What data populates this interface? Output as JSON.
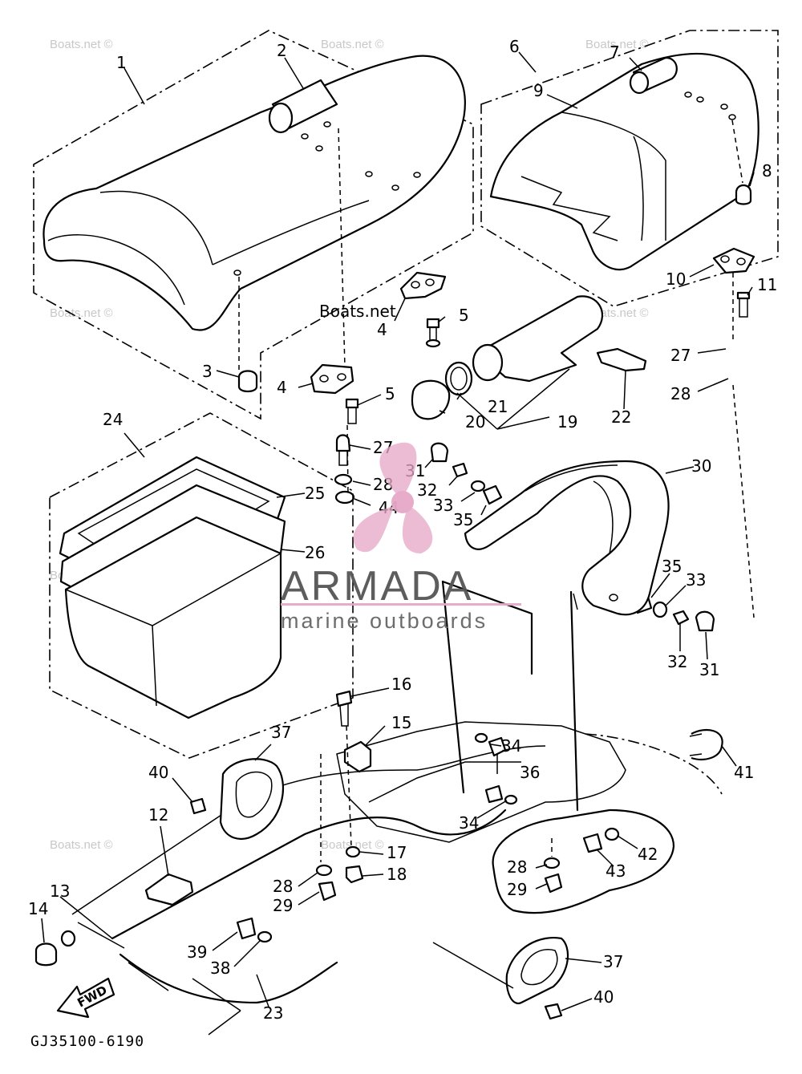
{
  "diagram": {
    "drawing_code": "GJ35100-6190",
    "fwd_label": "FWD",
    "watermark": "Boats.net ©",
    "watermark_large": "Boats.net",
    "brand_name": "ARMADA",
    "brand_tagline": "marine outboards",
    "brand_color": "#e6a8c8",
    "callouts": [
      "1",
      "2",
      "3",
      "4",
      "4",
      "5",
      "5",
      "6",
      "7",
      "8",
      "9",
      "10",
      "11",
      "12",
      "13",
      "14",
      "15",
      "16",
      "17",
      "18",
      "19",
      "20",
      "21",
      "22",
      "23",
      "24",
      "25",
      "26",
      "27",
      "27",
      "28",
      "28",
      "28",
      "28",
      "29",
      "29",
      "30",
      "31",
      "31",
      "32",
      "32",
      "33",
      "33",
      "34",
      "34",
      "35",
      "35",
      "36",
      "37",
      "37",
      "38",
      "39",
      "40",
      "40",
      "41",
      "42",
      "43",
      "44"
    ]
  }
}
